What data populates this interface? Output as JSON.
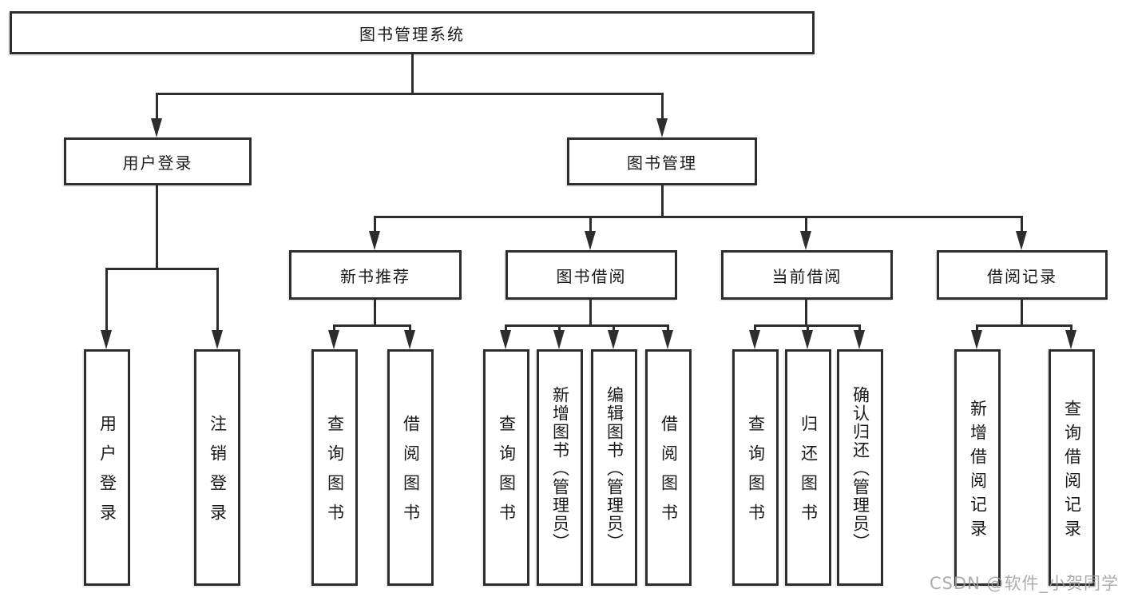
{
  "tree": {
    "root": {
      "label": "图书管理系统"
    },
    "branches": [
      {
        "label": "用户登录",
        "children": [
          {
            "label": "用户登录"
          },
          {
            "label": "注销登录"
          }
        ]
      },
      {
        "label": "图书管理",
        "children": [
          {
            "label": "新书推荐",
            "children": [
              {
                "label": "查询图书"
              },
              {
                "label": "借阅图书"
              }
            ]
          },
          {
            "label": "图书借阅",
            "children": [
              {
                "label": "查询图书"
              },
              {
                "label": "新增图书（管理员）"
              },
              {
                "label": "编辑图书（管理员）"
              },
              {
                "label": "借阅图书"
              }
            ]
          },
          {
            "label": "当前借阅",
            "children": [
              {
                "label": "查询图书"
              },
              {
                "label": "归还图书"
              },
              {
                "label": "确认归还（管理员）"
              }
            ]
          },
          {
            "label": "借阅记录",
            "children": [
              {
                "label": "新增借阅记录"
              },
              {
                "label": "查询借阅记录"
              }
            ]
          }
        ]
      }
    ]
  },
  "watermark": "CSDN @软件_小贺同学",
  "colors": {
    "line": "#2d2d2d",
    "box_fill": "#ffffff",
    "text": "#1a1a1a",
    "watermark": "#9e9e9e",
    "background": "#ffffff"
  }
}
